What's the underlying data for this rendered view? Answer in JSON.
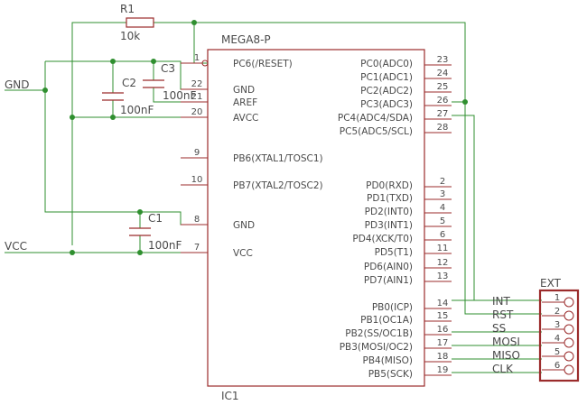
{
  "ic": {
    "name": "MEGA8-P",
    "ref": "IC1",
    "left_pins": [
      {
        "num": "1",
        "label": "PC6(/RESET)"
      },
      {
        "num": "22",
        "label": "GND"
      },
      {
        "num": "21",
        "label": "AREF"
      },
      {
        "num": "20",
        "label": "AVCC"
      },
      {
        "num": "9",
        "label": "PB6(XTAL1/TOSC1)"
      },
      {
        "num": "10",
        "label": "PB7(XTAL2/TOSC2)"
      },
      {
        "num": "8",
        "label": "GND"
      },
      {
        "num": "7",
        "label": "VCC"
      }
    ],
    "right_pins": [
      {
        "num": "23",
        "label": "PC0(ADC0)"
      },
      {
        "num": "24",
        "label": "PC1(ADC1)"
      },
      {
        "num": "25",
        "label": "PC2(ADC2)"
      },
      {
        "num": "26",
        "label": "PC3(ADC3)"
      },
      {
        "num": "27",
        "label": "PC4(ADC4/SDA)"
      },
      {
        "num": "28",
        "label": "PC5(ADC5/SCL)"
      },
      {
        "num": "2",
        "label": "PD0(RXD)"
      },
      {
        "num": "3",
        "label": "PD1(TXD)"
      },
      {
        "num": "4",
        "label": "PD2(INT0)"
      },
      {
        "num": "5",
        "label": "PD3(INT1)"
      },
      {
        "num": "6",
        "label": "PD4(XCK/T0)"
      },
      {
        "num": "11",
        "label": "PD5(T1)"
      },
      {
        "num": "12",
        "label": "PD6(AIN0)"
      },
      {
        "num": "13",
        "label": "PD7(AIN1)"
      },
      {
        "num": "14",
        "label": "PB0(ICP)"
      },
      {
        "num": "15",
        "label": "PB1(OC1A)"
      },
      {
        "num": "16",
        "label": "PB2(SS/OC1B)"
      },
      {
        "num": "17",
        "label": "PB3(MOSI/OC2)"
      },
      {
        "num": "18",
        "label": "PB4(MISO)"
      },
      {
        "num": "19",
        "label": "PB5(SCK)"
      }
    ]
  },
  "resistor": {
    "ref": "R1",
    "value": "10k"
  },
  "capacitors": [
    {
      "ref": "C2",
      "value": "100nF"
    },
    {
      "ref": "C3",
      "value": "100nF"
    },
    {
      "ref": "C1",
      "value": "100nF"
    }
  ],
  "nets": {
    "gnd": "GND",
    "vcc": "VCC"
  },
  "connector": {
    "ref": "EXT",
    "pins": [
      "1",
      "2",
      "3",
      "4",
      "5",
      "6"
    ],
    "signals": [
      "INT",
      "RST",
      "SS",
      "MOSI",
      "MISO",
      "CLK"
    ]
  },
  "colors": {
    "wire": "#2f8f2f",
    "part": "#9b2b2b",
    "text": "#4a4a4a"
  }
}
